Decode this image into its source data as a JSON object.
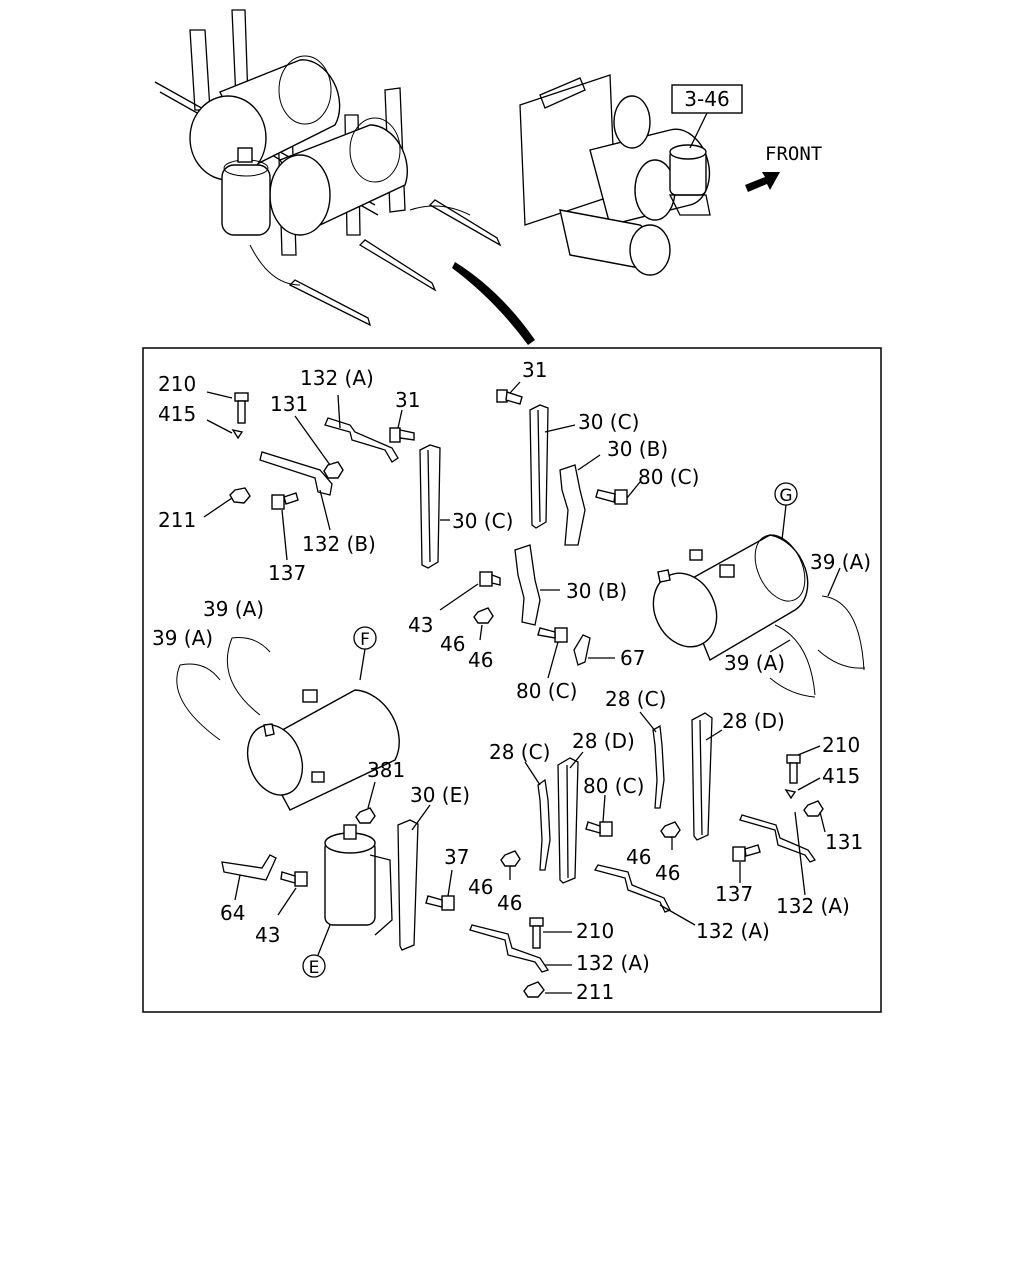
{
  "reference_box": "3-46",
  "direction_label": "FRONT",
  "circle_labels": {
    "e": "E",
    "f": "F",
    "g": "G"
  },
  "callouts": {
    "c210_a": "210",
    "c415_a": "415",
    "c132a_a": "132 (A)",
    "c131_a": "131",
    "c31_a": "31",
    "c211_a": "211",
    "c132b": "132 (B)",
    "c137_a": "137",
    "c30c_a": "30 (C)",
    "c31_b": "31",
    "c30c_b": "30 (C)",
    "c30b_a": "30 (B)",
    "c80c_a": "80 (C)",
    "c43_a": "43",
    "c46_a": "46",
    "c46_b": "46",
    "c30b_b": "30 (B)",
    "c67": "67",
    "c80c_b": "80 (C)",
    "c39a_a": "39 (A)",
    "c39a_b": "39 (A)",
    "c39a_c": "39 (A)",
    "c39a_d": "39 (A)",
    "c28c_a": "28 (C)",
    "c28d_a": "28 (D)",
    "c28c_b": "28 (C)",
    "c28d_b": "28 (D)",
    "c80c_c": "80 (C)",
    "c381": "381",
    "c30e": "30 (E)",
    "c37": "37",
    "c210_b": "210",
    "c415_b": "415",
    "c131_b": "131",
    "c137_b": "137",
    "c132a_b": "132 (A)",
    "c46_c": "46",
    "c46_d": "46",
    "c46_e": "46",
    "c46_f": "46",
    "c132a_c": "132 (A)",
    "c64": "64",
    "c43_b": "43",
    "c210_c": "210",
    "c132a_d": "132 (A)",
    "c211_b": "211"
  }
}
